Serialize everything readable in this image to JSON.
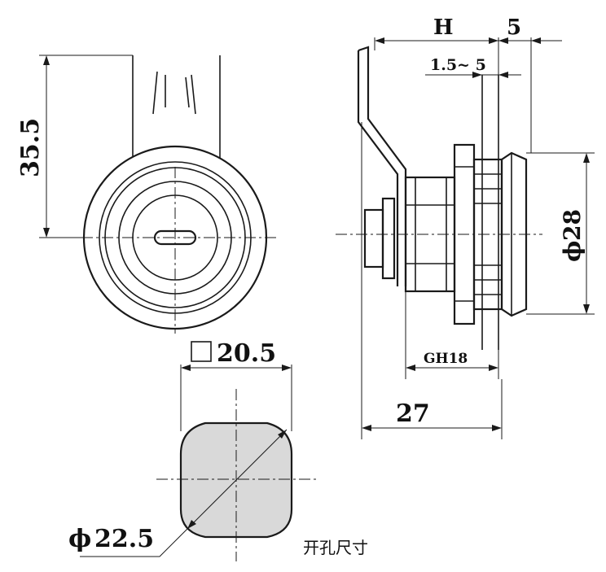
{
  "labels": {
    "height_dim": "35.5",
    "square_dim": "20.5",
    "dia_cut": "22.5",
    "dia_symbol": "ϕ",
    "h_label": "H",
    "five_label": "5",
    "range_label": "1.5~ 5",
    "dia_face": "28",
    "thread_label": "GH18",
    "length_dim": "27",
    "cutout_note": "开孔尺寸"
  },
  "colors": {
    "line": "#1a1a1a",
    "cutout_fill": "#d9d9d9"
  }
}
